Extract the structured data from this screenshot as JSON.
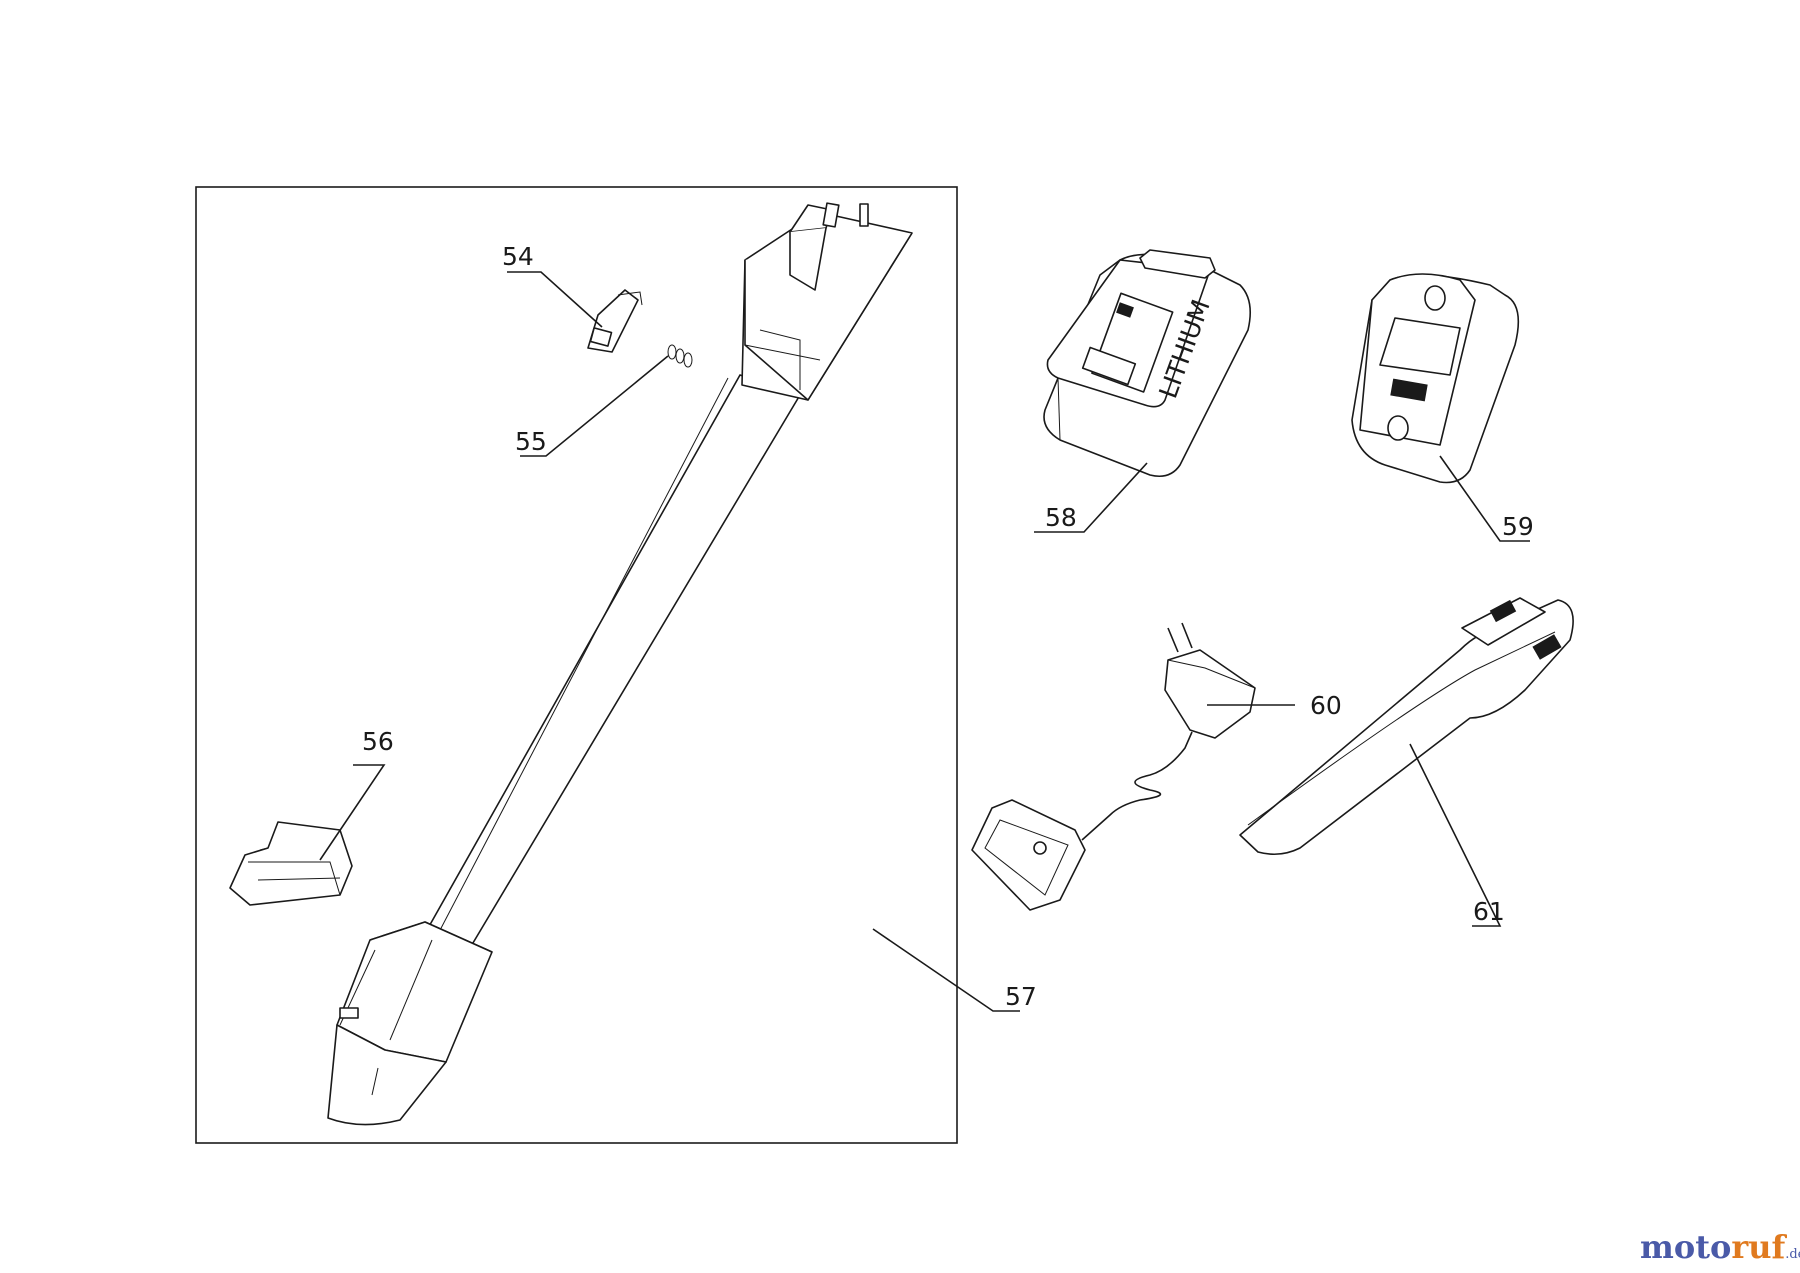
{
  "parts": [
    {
      "id": "54",
      "label": "54"
    },
    {
      "id": "55",
      "label": "55"
    },
    {
      "id": "56",
      "label": "56"
    },
    {
      "id": "57",
      "label": "57"
    },
    {
      "id": "58",
      "label": "58"
    },
    {
      "id": "59",
      "label": "59"
    },
    {
      "id": "60",
      "label": "60"
    },
    {
      "id": "61",
      "label": "61"
    }
  ],
  "battery_text": "LITHIUM",
  "watermark": {
    "part1": "moto",
    "part2": "ruf",
    "tld": ".de"
  },
  "colors": {
    "line": "#1a1a1a",
    "watermark_blue": "#4a5aa8",
    "watermark_orange": "#e07a1f"
  }
}
